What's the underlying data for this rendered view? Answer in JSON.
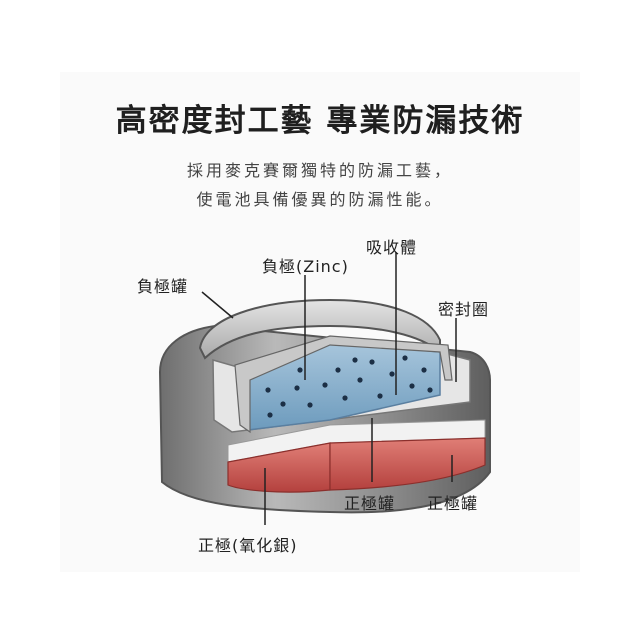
{
  "header": {
    "title": "高密度封工藝 專業防漏技術",
    "subtitle_line1": "採用麥克賽爾獨特的防漏工藝，",
    "subtitle_line2": "使電池具備優異的防漏性能。"
  },
  "labels": {
    "negative_can": "負極罐",
    "negative_electrode": "負極(Zinc)",
    "absorber": "吸收體",
    "seal_ring": "密封圈",
    "positive_can_1": "正極罐",
    "positive_can_2": "正極罐",
    "positive_electrode": "正極(氧化銀)"
  },
  "colors": {
    "can_gray": "#9c9c9c",
    "zinc_blue": "#7fa9c6",
    "silver_oxide_red": "#c9534f",
    "seal_white": "#e6e6e6"
  }
}
